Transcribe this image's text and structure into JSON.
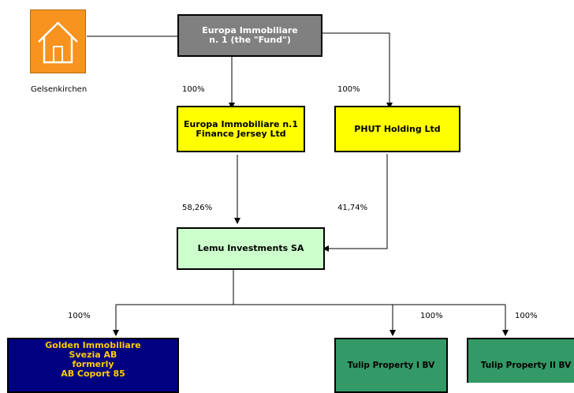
{
  "property": {
    "icon": "house-icon",
    "location": "Gelsenkirchen",
    "color": "#f7931e"
  },
  "nodes": {
    "fund": {
      "line1": "Europa Immobiliare",
      "line2": "n. 1 (the \"Fund\")",
      "color": "#808080",
      "text_color": "#ffffff"
    },
    "jersey": {
      "line1": "Europa Immobiliare n.1",
      "line2": "Finance Jersey Ltd",
      "color": "#ffff00",
      "text_color": "#000000"
    },
    "phut": {
      "line1": "PHUT Holding Ltd",
      "color": "#ffff00",
      "text_color": "#000000"
    },
    "lemu": {
      "line1": "Lemu Investments SA",
      "color": "#ccffcc",
      "text_color": "#000000"
    },
    "golden": {
      "line1": "Golden Immobiliare",
      "line2": "Svezia AB",
      "line3": "formerly",
      "line4": "AB Coport 85",
      "color": "#000080",
      "text_color": "#ffcc00"
    },
    "tulip1": {
      "line1": "Tulip Property I BV",
      "color": "#339966",
      "text_color": "#000000"
    },
    "tulip2": {
      "line1": "Tulip Property II BV",
      "color": "#339966",
      "text_color": "#000000"
    }
  },
  "ownership": {
    "fund_jersey": "100%",
    "fund_phut": "100%",
    "jersey_lemu": "58,26%",
    "phut_lemu": "41,74%",
    "lemu_golden": "100%",
    "lemu_tulip1": "100%",
    "lemu_tulip2": "100%"
  }
}
